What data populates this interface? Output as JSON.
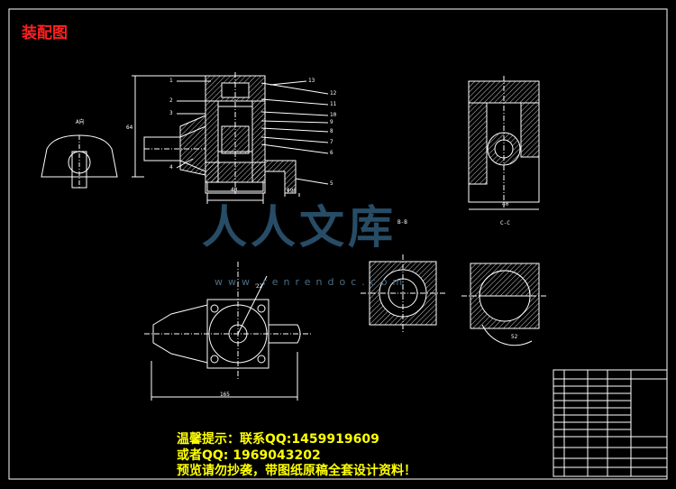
{
  "drawing": {
    "title": "装配图",
    "watermark": "人人文库",
    "watermark_url": "www.renrendoc.com",
    "section_labels": {
      "a": "A向",
      "b": "B-B",
      "c": "C-C"
    },
    "dimensions": {
      "d40a": "40",
      "d40b": "40",
      "d64": "64",
      "d90": "Φ90",
      "d165": "165",
      "d22": "22",
      "d52": "52"
    },
    "part_numbers": [
      "1",
      "2",
      "3",
      "4",
      "5",
      "6",
      "7",
      "8",
      "9",
      "10",
      "11",
      "12",
      "13"
    ]
  },
  "notice": {
    "line1": "温馨提示：联系QQ:1459919609",
    "line2": "或者QQ: 1969043202",
    "line3": "预览请勿抄袭，带图纸原稿全套设计资料！"
  },
  "colors": {
    "line": "#ffffff",
    "hatch": "#ffffff",
    "title": "#ff2020",
    "notice": "#ffff00",
    "watermark": "#2e5a78"
  }
}
